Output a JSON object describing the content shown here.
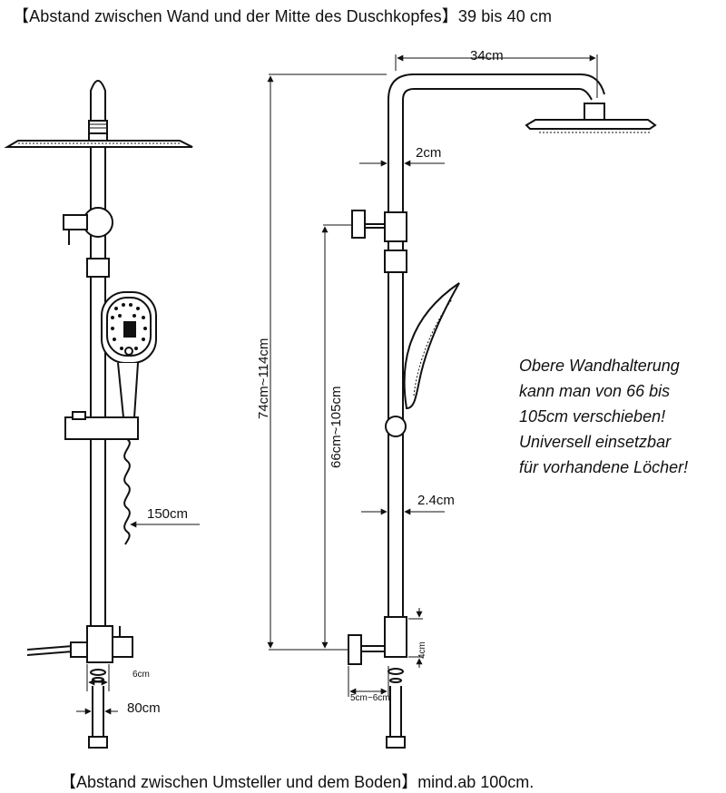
{
  "header": {
    "text": "【Abstand zwischen Wand und der Mitte des Duschkopfes】39 bis 40 cm"
  },
  "footer": {
    "text": "【Abstand zwischen Umsteller und dem Boden】mind.ab 100cm."
  },
  "dimensions": {
    "arm_length": "34cm",
    "pipe_upper": "2cm",
    "pipe_lower": "2.4cm",
    "total_height": "74cm~114cm",
    "bracket_range": "66cm~105cm",
    "hose_length": "150cm",
    "hose_bottom": "80cm",
    "valve_offset": "6cm",
    "valve_height": "4cm",
    "wall_offset": "5cm~6cm"
  },
  "note": {
    "lines": [
      "Obere Wandhalterung",
      "kann man von 66 bis",
      "105cm verschieben!",
      "Universell einsetzbar",
      "für vorhandene Löcher!"
    ]
  }
}
